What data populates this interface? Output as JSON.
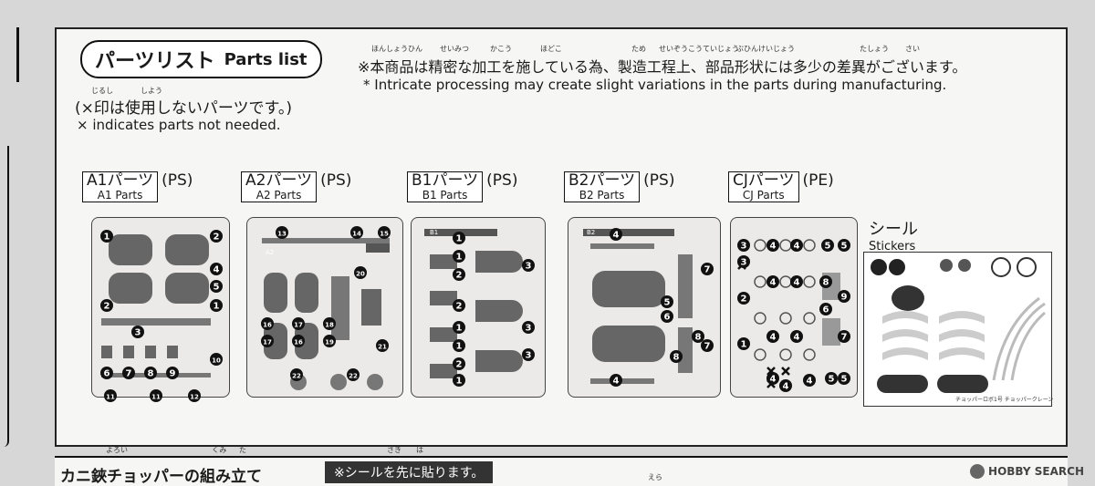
{
  "header": {
    "title_jp": "パーツリスト",
    "title_en": "Parts list",
    "not_needed_jp": "(×印は使用しないパーツです。)",
    "not_needed_en": "× indicates parts not needed.",
    "notice_jp": "※本商品は精密な加工を施している為、製造工程上、部品形状には多少の差異がございます。",
    "notice_en": "* Intricate processing may create slight variations in the parts during manufacturing."
  },
  "ruby": [
    "じるし",
    "しよう",
    "ほんしょうひん",
    "せいみつ",
    "かこう",
    "ほどこ",
    "ため",
    "せいぞうこうていじょう",
    "ぶひんけいじょう",
    "たしょう",
    "さい"
  ],
  "runners": [
    {
      "jp": "A1パーツ",
      "en": "A1 Parts",
      "material": "(PS)",
      "numbers": [
        "1",
        "2",
        "4",
        "5",
        "2",
        "1",
        "3",
        "6",
        "7",
        "8",
        "9",
        "10",
        "11",
        "11",
        "12"
      ]
    },
    {
      "jp": "A2パーツ",
      "en": "A2 Parts",
      "material": "(PS)",
      "tag": "A2",
      "numbers": [
        "13",
        "14",
        "15",
        "20",
        "16",
        "17",
        "18",
        "17",
        "16",
        "19",
        "21",
        "22",
        "22"
      ]
    },
    {
      "jp": "B1パーツ",
      "en": "B1 Parts",
      "material": "(PS)",
      "tag": "B1",
      "numbers": [
        "1",
        "1",
        "2",
        "3",
        "2",
        "1",
        "3",
        "1",
        "2",
        "3",
        "1"
      ]
    },
    {
      "jp": "B2パーツ",
      "en": "B2 Parts",
      "material": "(PS)",
      "tag": "B2",
      "numbers": [
        "4",
        "7",
        "5",
        "6",
        "7",
        "8",
        "8",
        "4"
      ]
    },
    {
      "jp": "CJパーツ",
      "en": "CJ Parts",
      "material": "(PE)",
      "numbers": [
        "3",
        "4",
        "4",
        "5",
        "5",
        "3",
        "8",
        "2",
        "4",
        "4",
        "9",
        "6",
        "4",
        "4",
        "7",
        "1",
        "4",
        "5",
        "5",
        "4",
        "4"
      ]
    }
  ],
  "stickers": {
    "jp": "シール",
    "en": "Stickers",
    "caption": "チョッパーロボ1号 チョッパークレーン"
  },
  "footer": {
    "title": "カニ鋏チョッパーの組み立て",
    "note": "※シールを先に貼ります。",
    "ruby": [
      "よろい",
      "くみ",
      "た",
      "さき",
      "は",
      "えら"
    ]
  },
  "watermark": "HOBBY SEARCH"
}
